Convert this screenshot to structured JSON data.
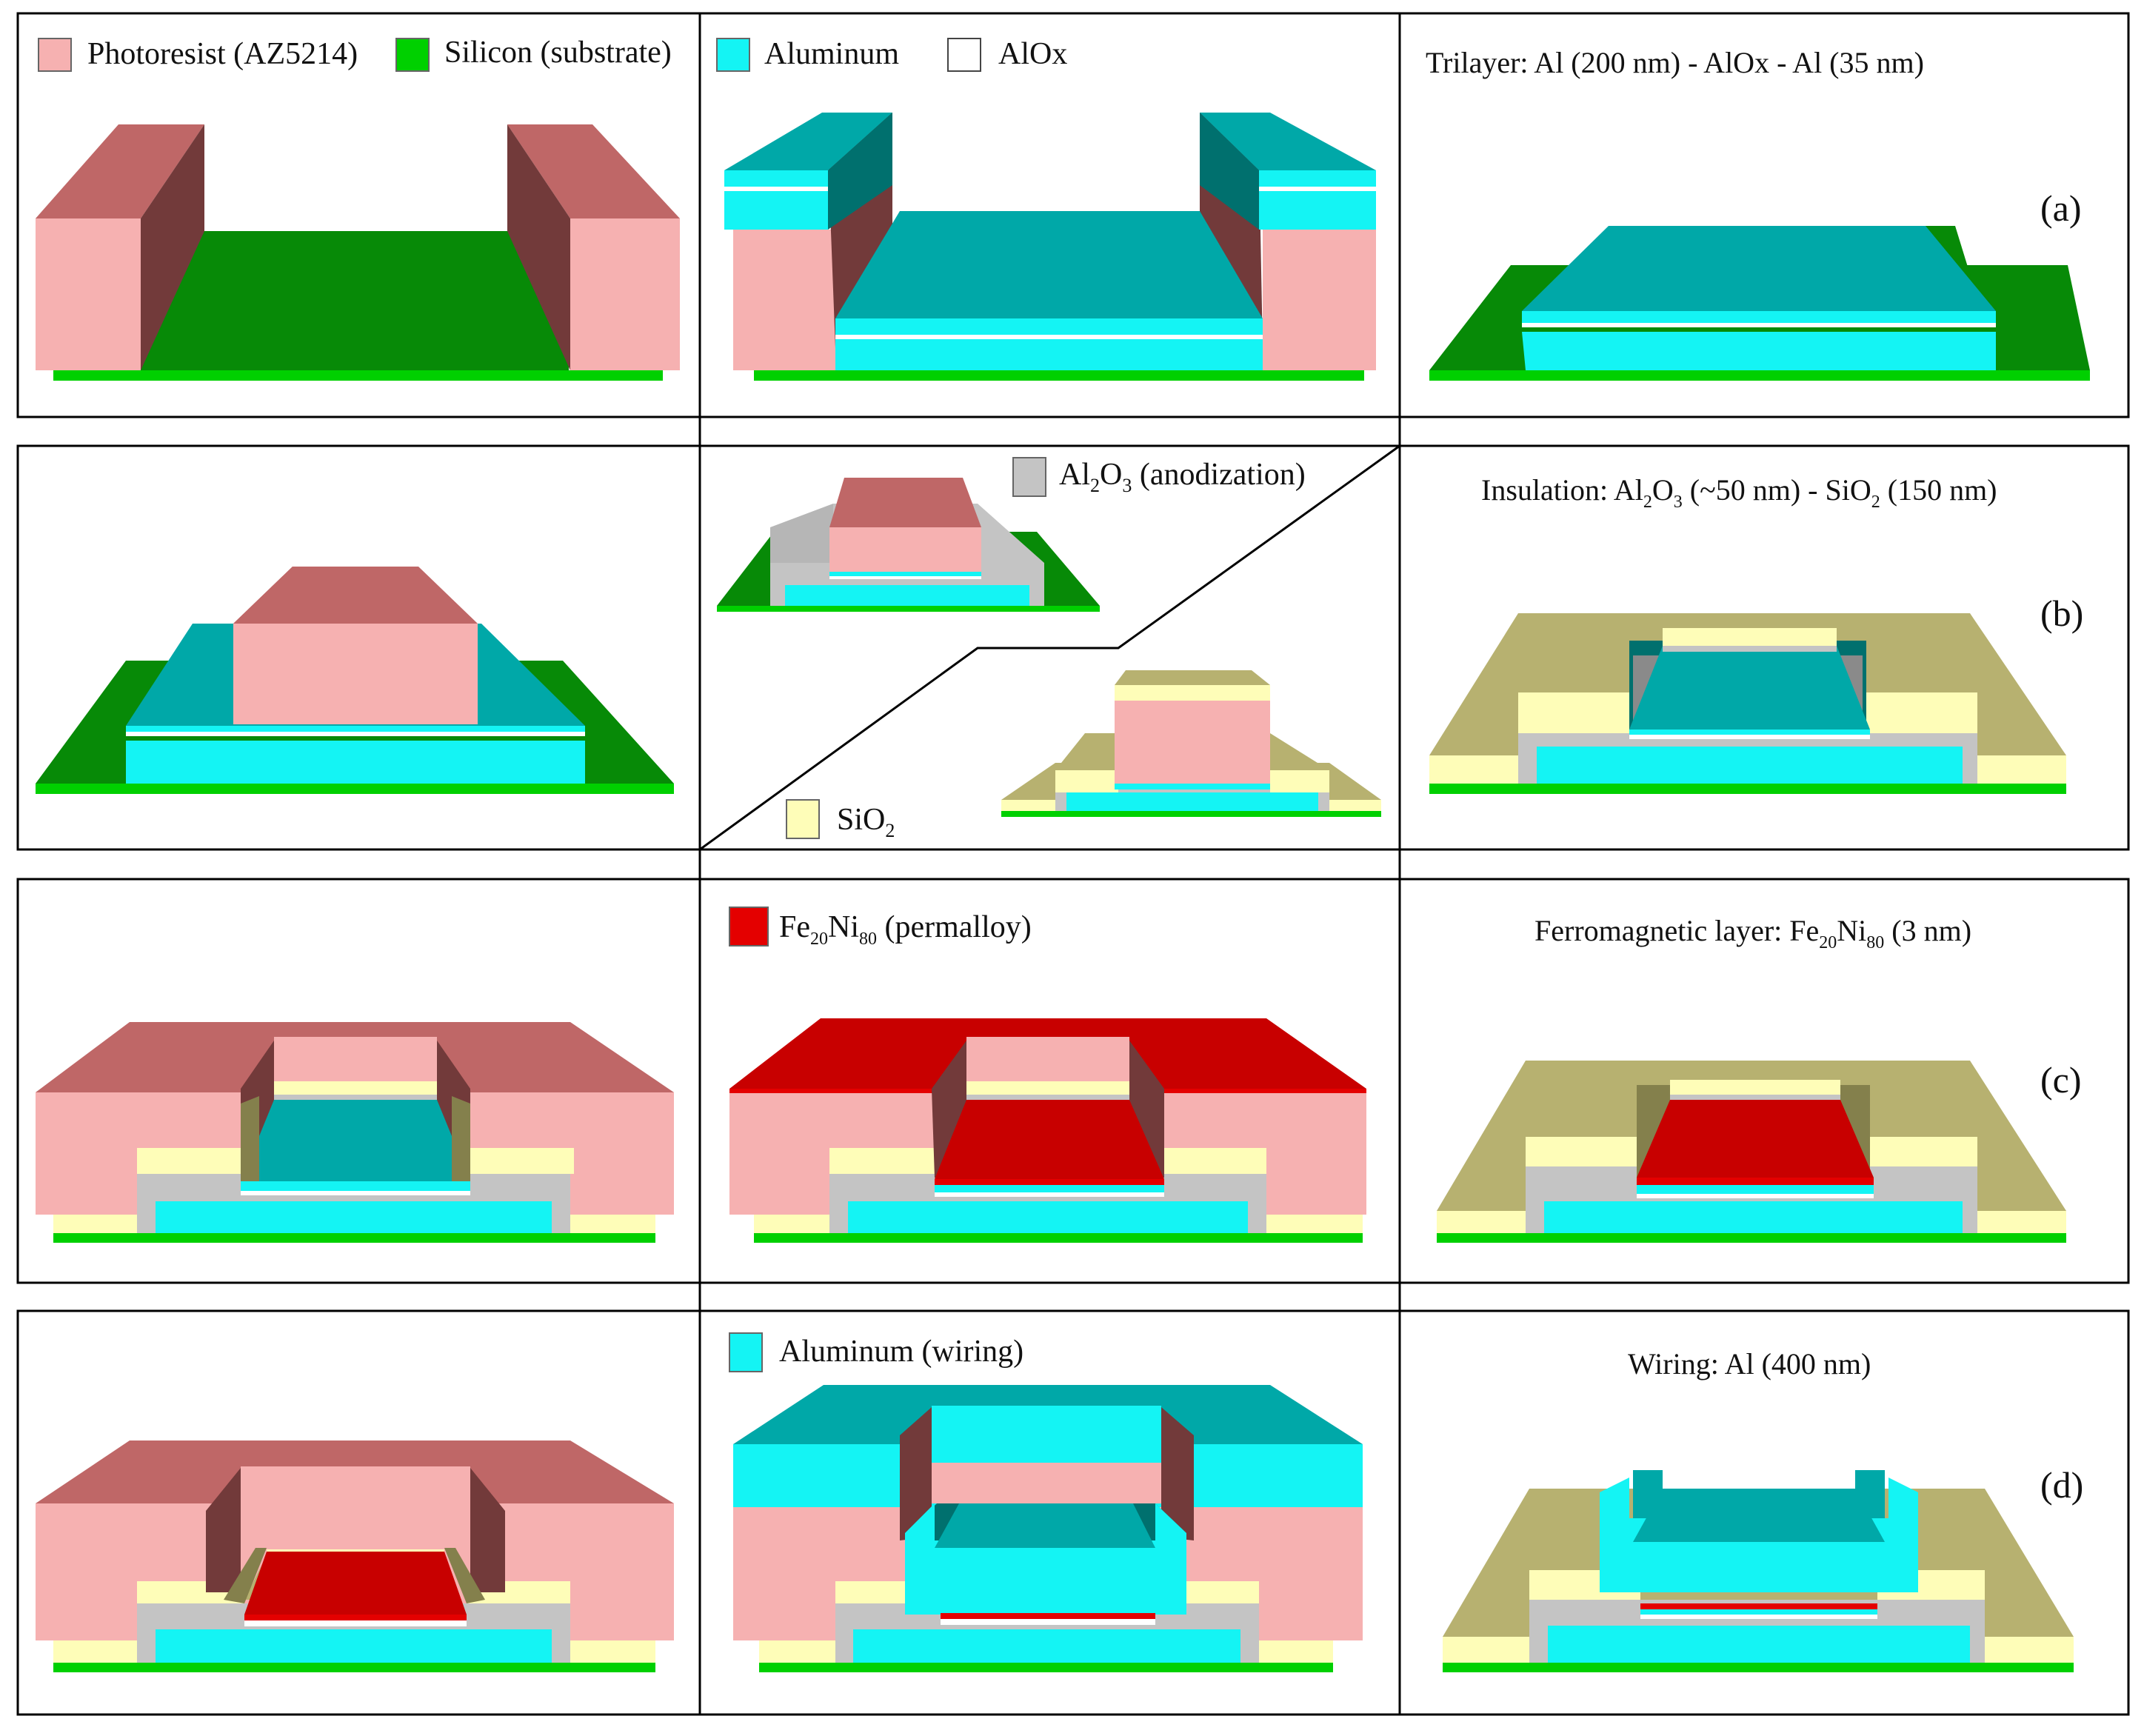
{
  "colors": {
    "photoresist": "#f6b1b1",
    "photoresist_top": "#bf6767",
    "photoresist_side": "#723a3a",
    "silicon": "#00d000",
    "silicon_top": "#078a07",
    "aluminum": "#14f4f4",
    "aluminum_top": "#00a8a8",
    "aluminum_side": "#00706e",
    "alox": "#ffffff",
    "al2o3": "#c4c4c4",
    "al2o3_side": "#8a8a8a",
    "sio2": "#fefdb8",
    "sio2_top": "#b7b170",
    "sio2_side": "#84804c",
    "permalloy": "#e40000",
    "permalloy_top": "#c80000",
    "permalloy_side": "#7a0000",
    "border": "#000000"
  },
  "legend": {
    "photoresist": "Photoresist (AZ5214)",
    "silicon": "Silicon (substrate)",
    "aluminum": "Aluminum",
    "alox": "AlOx",
    "al2o3": {
      "base": "Al",
      "sub1": "2",
      "mid": "O",
      "sub2": "3",
      "rest": " (anodization)"
    },
    "sio2": {
      "base": "SiO",
      "sub": "2"
    },
    "permalloy": {
      "base1": "Fe",
      "sub1": "20",
      "base2": "Ni",
      "sub2": "80",
      "rest": " (permalloy)"
    },
    "aluminum_wiring": "Aluminum (wiring)"
  },
  "captions": {
    "a": "Trilayer: Al (200 nm) - AlOx - Al (35 nm)",
    "b": {
      "pre": "Insulation: Al",
      "s1": "2",
      "m": "O",
      "s2": "3",
      "mid": " (~50 nm) - SiO",
      "s3": "2",
      "post": " (150 nm)"
    },
    "c": {
      "pre": "Ferromagnetic layer: Fe",
      "s1": "20",
      "m": "Ni",
      "s2": "80",
      "post": " (3 nm)"
    },
    "d": "Wiring: Al (400 nm)"
  },
  "row_labels": [
    "(a)",
    "(b)",
    "(c)",
    "(d)"
  ]
}
